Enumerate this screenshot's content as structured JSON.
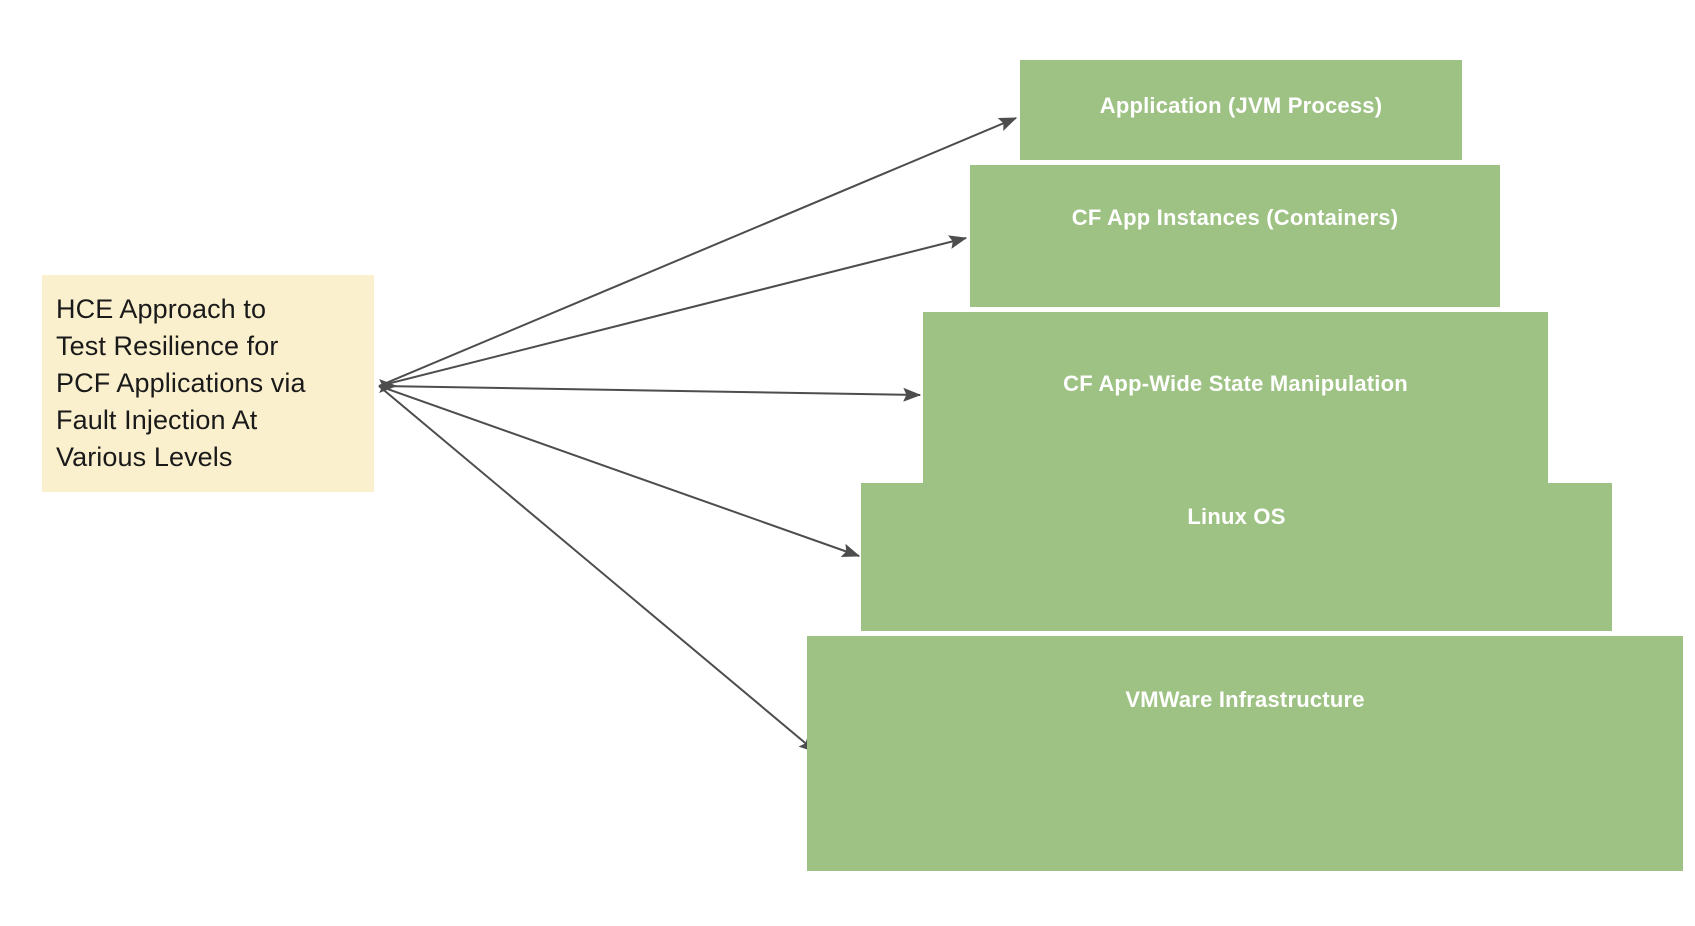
{
  "diagram": {
    "title": "HCE Approach to Test Resilience for PCF Applications via Fault Injection At Various Levels",
    "source": {
      "label": "HCE Approach to\nTest Resilience for\nPCF Applications via\nFault Injection At\nVarious Levels",
      "fill_color": "#fbf0cd",
      "text_color": "#1a1a1a"
    },
    "layer_fill_color": "#9ec283",
    "layer_text_color": "#ffffff",
    "arrow_color": "#4d4d4d",
    "layers": [
      {
        "label": "Application (JVM Process)"
      },
      {
        "label": "CF App Instances (Containers)"
      },
      {
        "label": "CF App-Wide State Manipulation"
      },
      {
        "label": "Linux OS"
      },
      {
        "label": "VMWare Infrastructure"
      }
    ],
    "connectors": [
      {
        "from": "source",
        "to": "Application (JVM Process)"
      },
      {
        "from": "source",
        "to": "CF App Instances (Containers)"
      },
      {
        "from": "source",
        "to": "CF App-Wide State Manipulation"
      },
      {
        "from": "source",
        "to": "Linux OS"
      },
      {
        "from": "source",
        "to": "VMWare Infrastructure"
      }
    ]
  }
}
